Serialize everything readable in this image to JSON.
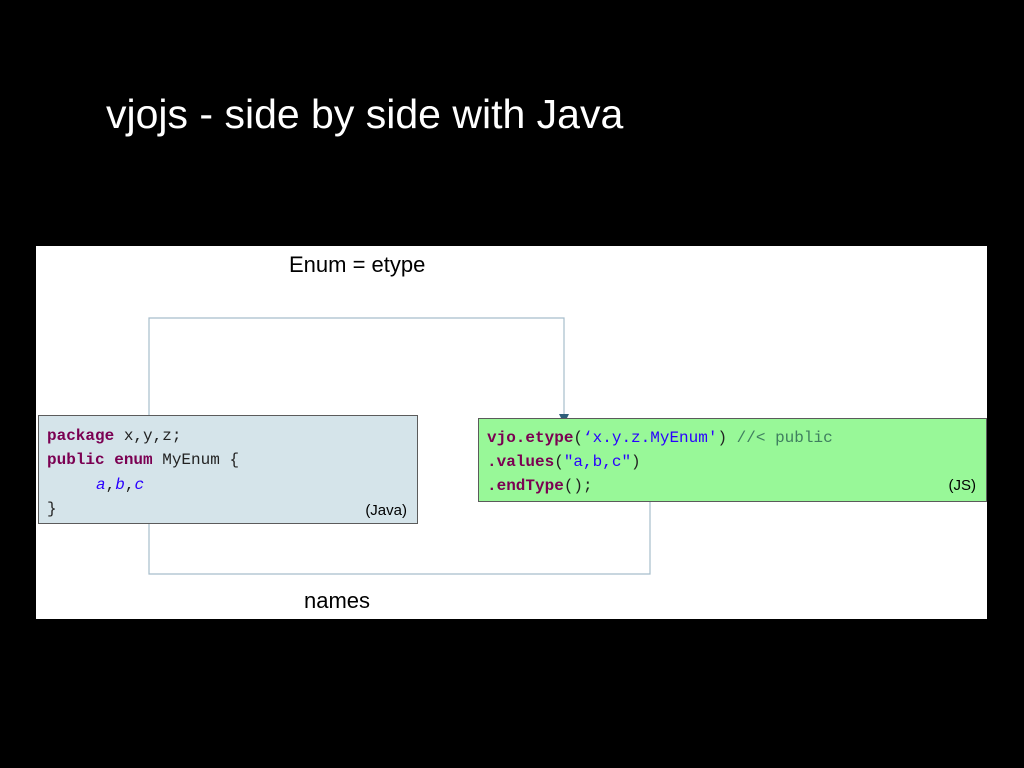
{
  "slide": {
    "title": "vjojs - side by side with Java"
  },
  "diagram": {
    "heading": "Enum = etype",
    "bottom_label": "names",
    "java": {
      "tag": "(Java)",
      "kw_package": "package",
      "pkg_name": " x,y,z;",
      "kw_public": "public",
      "kw_enum": "enum",
      "enum_name": " MyEnum {",
      "val_a": "a",
      "val_b": "b",
      "val_c": "c",
      "comma": ",",
      "close_brace": "}"
    },
    "js": {
      "tag": "(JS)",
      "etype_call": "vjo.etype",
      "open_paren": "(",
      "type_string": "‘x.y.z.MyEnum'",
      "close_paren": ")",
      "comment": " //< public",
      "values_call": ".values",
      "values_string": "\"a,b,c\"",
      "end_call": ".endType",
      "end_tail": "();"
    },
    "colors": {
      "java_box": "#d5e4ea",
      "js_box": "#98f898",
      "connector": "#a6bdcc",
      "arrowhead": "#2f5f7a"
    }
  }
}
